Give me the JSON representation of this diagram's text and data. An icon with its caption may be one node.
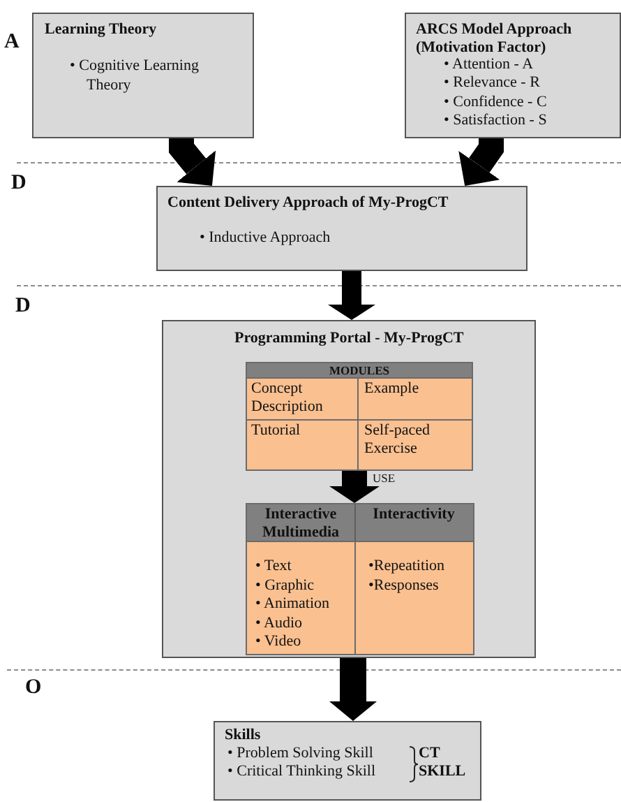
{
  "diagram": {
    "nodes": [
      {
        "text": [
          "Learning Theory",
          "• Cognitive Learning Theory"
        ]
      },
      {
        "text": [
          "ARCS Model Approach (Motivation Factor)",
          "• Attention - A",
          "• Relevance - R",
          "• Confidence - C",
          "• Satisfaction - S"
        ]
      },
      {
        "text": [
          "Content Delivery Approach of My-ProgCT",
          "• Inductive Approach"
        ]
      },
      {
        "text": [
          "Programming Portal - My-ProgCT"
        ]
      },
      {
        "text": [
          "MODULES"
        ],
        "in": 3
      },
      {
        "text": [
          "Concept Description"
        ],
        "in": 4
      },
      {
        "text": [
          "Example"
        ],
        "in": 4
      },
      {
        "text": [
          "Tutorial"
        ],
        "in": 4
      },
      {
        "text": [
          "Self-paced Exercise"
        ],
        "in": 4
      },
      {
        "text": [
          "Interactive Multimedia",
          "Interactivity"
        ],
        "in": 3
      },
      {
        "text": [
          "• Text",
          "• Graphic",
          "• Animation",
          "• Audio",
          "• Video"
        ],
        "in": 9
      },
      {
        "text": [
          "•Repeatition",
          "•Responses"
        ],
        "in": 9
      },
      {
        "text": [
          "Skills",
          "• Problem Solving Skill",
          "• Critical Thinking Skill",
          "CT SKILL"
        ]
      }
    ],
    "edges": [
      {
        "from": 0,
        "to": 2,
        "arrow": "to"
      },
      {
        "from": 1,
        "to": 2,
        "arrow": "to"
      },
      {
        "from": 2,
        "to": 3,
        "arrow": "to"
      },
      {
        "from": 4,
        "to": 9,
        "arrow": "to",
        "label": "USE"
      },
      {
        "from": 3,
        "to": 12,
        "arrow": "to"
      }
    ],
    "labels": [
      "A",
      "D",
      "D",
      "O"
    ]
  }
}
